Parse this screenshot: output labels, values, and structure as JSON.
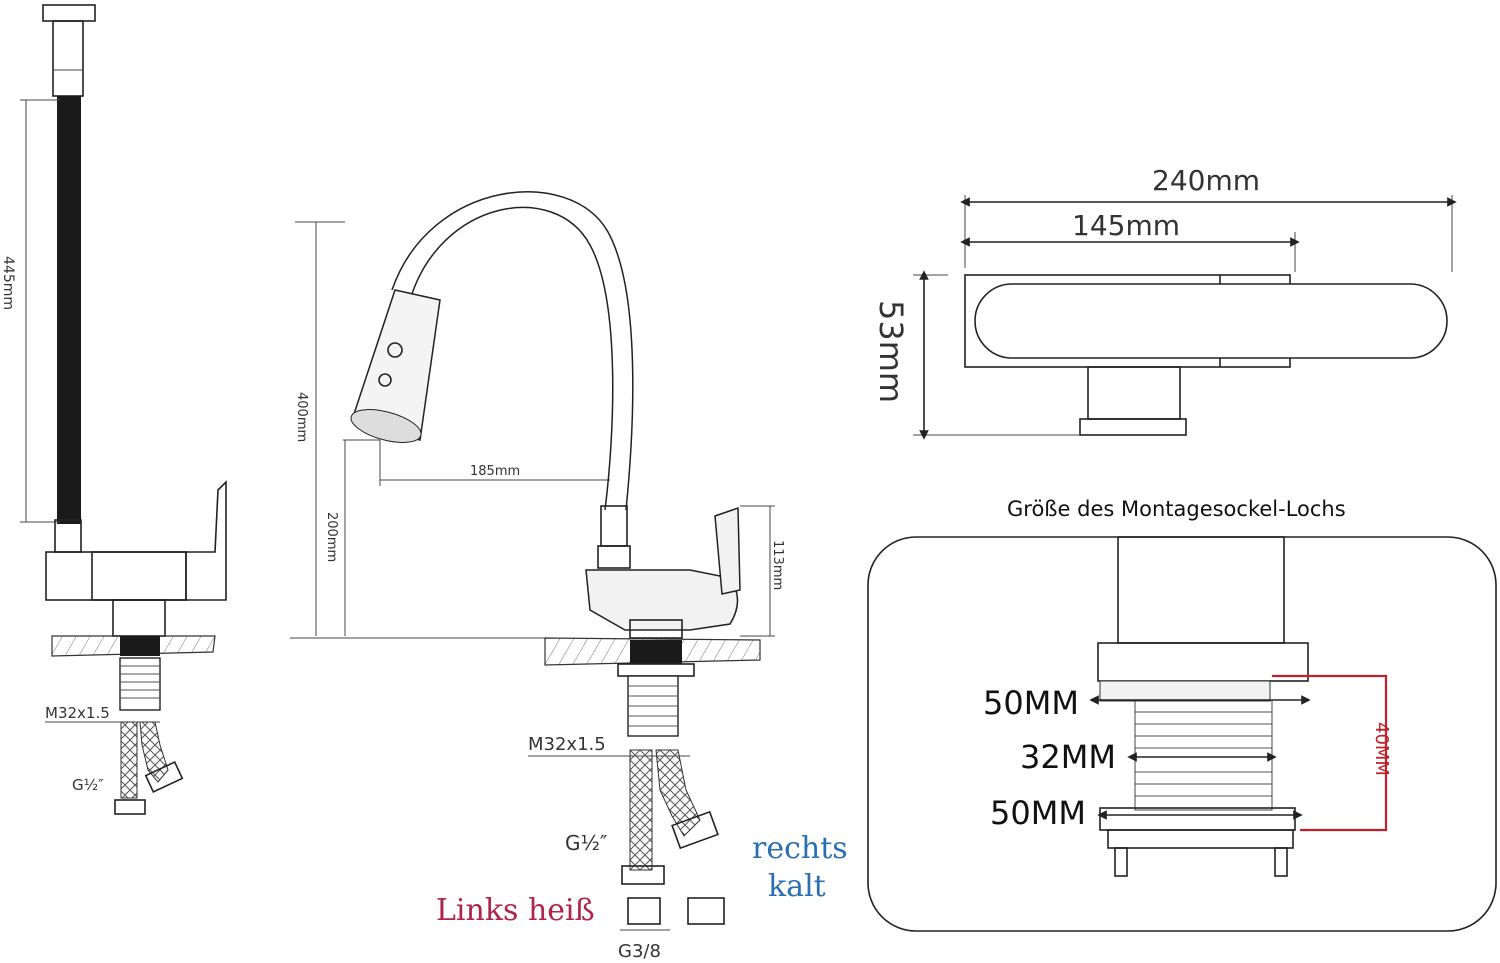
{
  "left_view": {
    "hose_length": "445mm",
    "thread": "M32x1.5",
    "connector": "G½″"
  },
  "middle_view": {
    "height_total": "400mm",
    "height_spout": "200mm",
    "reach": "185mm",
    "base_height": "113mm",
    "thread": "M32x1.5",
    "connector": "G½″",
    "adapter": "G3/8",
    "hot_label": "Links heiß",
    "cold_label_line1": "rechts",
    "cold_label_line2": "kalt"
  },
  "top_view": {
    "overall_width": "240mm",
    "inner_width": "145mm",
    "height": "53mm"
  },
  "mount_panel": {
    "title": "Größe des Montagesockel-Lochs",
    "dim_top": "50MM",
    "dim_mid": "32MM",
    "dim_bottom": "50MM",
    "dim_side": "40MM",
    "accent_color": "#c0202a"
  }
}
